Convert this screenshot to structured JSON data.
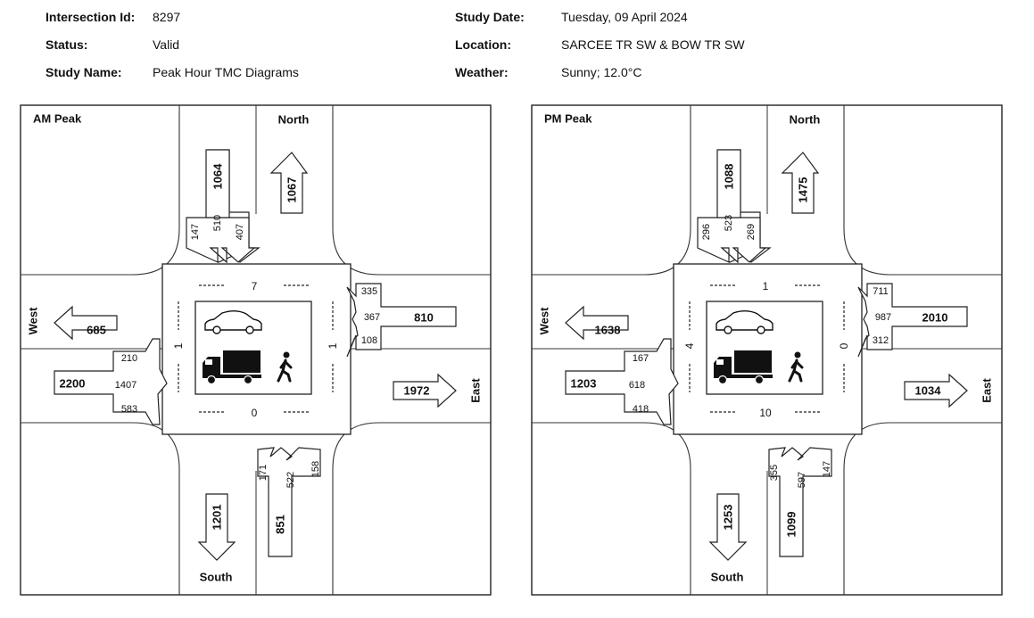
{
  "header": {
    "intersection_id_label": "Intersection Id:",
    "intersection_id": "8297",
    "status_label": "Status:",
    "status": "Valid",
    "study_name_label": "Study Name:",
    "study_name": "Peak Hour TMC Diagrams",
    "study_date_label": "Study Date:",
    "study_date": "Tuesday, 09 April 2024",
    "location_label": "Location:",
    "location": "SARCEE TR SW & BOW TR SW",
    "weather_label": "Weather:",
    "weather": "Sunny; 12.0°C"
  },
  "labels": {
    "north": "North",
    "south": "South",
    "east": "East",
    "west": "West"
  },
  "diagrams": [
    {
      "title": "AM Peak",
      "peds": {
        "north": "7",
        "south": "0",
        "west": "1",
        "east": "1"
      },
      "north": {
        "enter": "1064",
        "exit": "1067",
        "left": "147",
        "thru": "510",
        "right": "407"
      },
      "south": {
        "enter": "851",
        "exit": "1201",
        "left": "171",
        "thru": "522",
        "right": "158"
      },
      "east": {
        "enter": "810",
        "exit": "1972",
        "left": "335",
        "thru": "367",
        "right": "108"
      },
      "west": {
        "enter": "2200",
        "exit": "685",
        "left": "210",
        "thru": "1407",
        "right": "583"
      }
    },
    {
      "title": "PM Peak",
      "peds": {
        "north": "1",
        "south": "10",
        "west": "4",
        "east": "0"
      },
      "north": {
        "enter": "1088",
        "exit": "1475",
        "left": "296",
        "thru": "523",
        "right": "269"
      },
      "south": {
        "enter": "1099",
        "exit": "1253",
        "left": "355",
        "thru": "597",
        "right": "147"
      },
      "east": {
        "enter": "2010",
        "exit": "1034",
        "left": "711",
        "thru": "987",
        "right": "312"
      },
      "west": {
        "enter": "1203",
        "exit": "1638",
        "left": "167",
        "thru": "618",
        "right": "418"
      }
    }
  ],
  "icons": [
    "car-icon",
    "truck-icon",
    "pedestrian-icon"
  ]
}
